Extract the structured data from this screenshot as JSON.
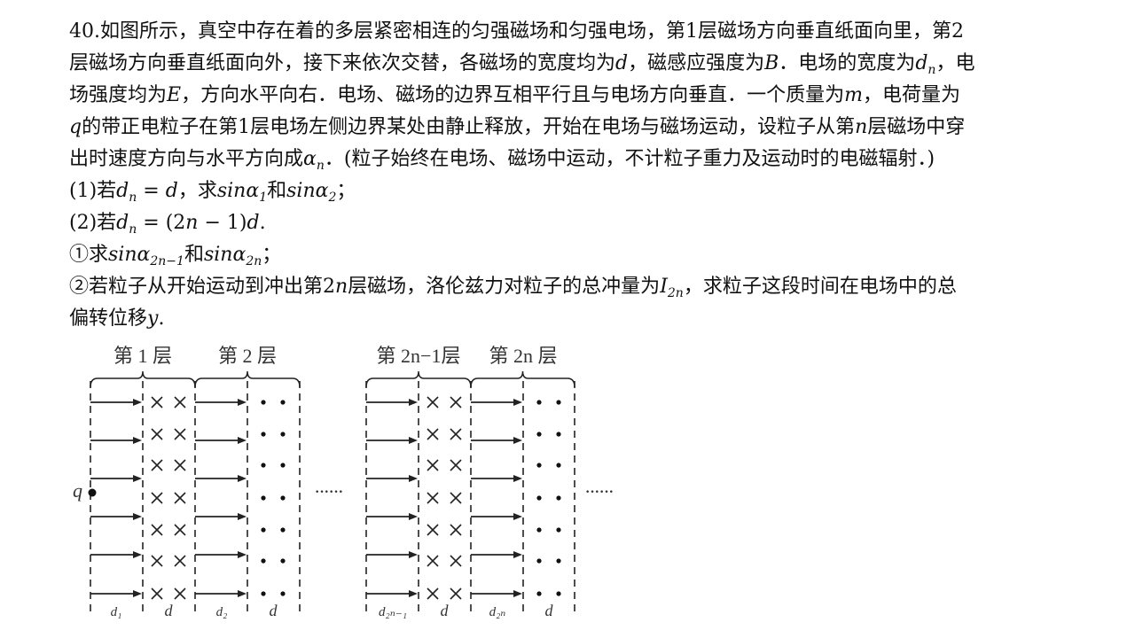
{
  "problem": {
    "lines": [
      [
        [
          "t",
          "40.如图所示，真空中存在着的多层紧密相连的匀强磁场和匀强电场，第1层磁场方向垂直纸面向里，第2"
        ]
      ],
      [
        [
          "t",
          "层磁场方向垂直纸面向外，接下来依次交替，各磁场的宽度均为"
        ],
        [
          "m",
          "d"
        ],
        [
          "t",
          "，磁感应强度为"
        ],
        [
          "m",
          "B"
        ],
        [
          "t",
          "．电场的宽度为"
        ],
        [
          "m",
          "d"
        ],
        [
          "s",
          "n"
        ],
        [
          "t",
          "，电"
        ]
      ],
      [
        [
          "t",
          "场强度均为"
        ],
        [
          "m",
          "E"
        ],
        [
          "t",
          "，方向水平向右．电场、磁场的边界互相平行且与电场方向垂直．一个质量为"
        ],
        [
          "m",
          "m"
        ],
        [
          "t",
          "，电荷量为"
        ]
      ],
      [
        [
          "m",
          "q"
        ],
        [
          "t",
          "的带正电粒子在第1层电场左侧边界某处由静止释放，开始在电场与磁场运动，设粒子从第"
        ],
        [
          "m",
          "n"
        ],
        [
          "t",
          "层磁场中穿"
        ]
      ],
      [
        [
          "t",
          "出时速度方向与水平方向成"
        ],
        [
          "m",
          "α"
        ],
        [
          "s",
          "n"
        ],
        [
          "t",
          "．(粒子始终在电场、磁场中运动，不计粒子重力及运动时的电磁辐射．)"
        ]
      ],
      [
        [
          "t",
          "(1)若"
        ],
        [
          "m",
          "d"
        ],
        [
          "s",
          "n"
        ],
        [
          "t",
          " = "
        ],
        [
          "m",
          "d"
        ],
        [
          "t",
          "，求"
        ],
        [
          "m",
          "sinα"
        ],
        [
          "s",
          "1"
        ],
        [
          "t",
          "和"
        ],
        [
          "m",
          "sinα"
        ],
        [
          "s",
          "2"
        ],
        [
          "t",
          "；"
        ]
      ],
      [
        [
          "t",
          "(2)若"
        ],
        [
          "m",
          "d"
        ],
        [
          "s",
          "n"
        ],
        [
          "t",
          " = (2"
        ],
        [
          "m",
          "n"
        ],
        [
          "t",
          " − 1)"
        ],
        [
          "m",
          "d"
        ],
        [
          "t",
          "."
        ]
      ],
      [
        [
          "t",
          "①求"
        ],
        [
          "m",
          "sinα"
        ],
        [
          "s",
          "2n−1"
        ],
        [
          "t",
          "和"
        ],
        [
          "m",
          "sinα"
        ],
        [
          "s",
          "2n"
        ],
        [
          "t",
          "；"
        ]
      ],
      [
        [
          "t",
          "②若粒子从开始运动到冲出第2"
        ],
        [
          "m",
          "n"
        ],
        [
          "t",
          "层磁场，洛伦兹力对粒子的总冲量为"
        ],
        [
          "m",
          "I"
        ],
        [
          "s",
          "2n"
        ],
        [
          "t",
          "，求粒子这段时间在电场中的总"
        ]
      ],
      [
        [
          "t",
          "偏转位移"
        ],
        [
          "m",
          "y"
        ],
        [
          "t",
          "."
        ]
      ]
    ]
  },
  "figure": {
    "layer_labels": [
      "第 1 层",
      "第 2 层",
      "第 2n−1层",
      "第 2n 层"
    ],
    "charge_label": "q",
    "width_labels": [
      "d₁",
      "d",
      "d₂",
      "d",
      "d₂ₙ₋₁",
      "d",
      "d₂ₙ",
      "d"
    ],
    "ellipsis": [
      "······",
      "······"
    ]
  }
}
